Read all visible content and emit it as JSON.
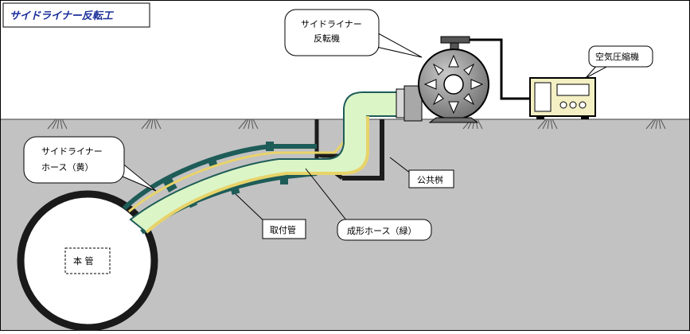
{
  "title": "サイドライナー反転工",
  "labels": {
    "inverter_line1": "サイドライナー",
    "inverter_line2": "反転機",
    "compressor": "空気圧縮機",
    "hose_line1": "サイドライナー",
    "hose_line2": "ホース（黄）",
    "manhole": "公共桝",
    "lateral_pipe": "取付管",
    "forming_hose": "成形ホース（緑）",
    "main_pipe": "本 管"
  },
  "colors": {
    "ground": "#c2c2c2",
    "sky": "#ffffff",
    "hose_fill": "#dbf5c6",
    "liner_yellow": "#e8d36a",
    "pipe_teal": "#1e5c58",
    "title_blue": "#1b2f9a",
    "machine_gray": "#8e8e8e",
    "compressor_fill": "#f4f0c4"
  }
}
